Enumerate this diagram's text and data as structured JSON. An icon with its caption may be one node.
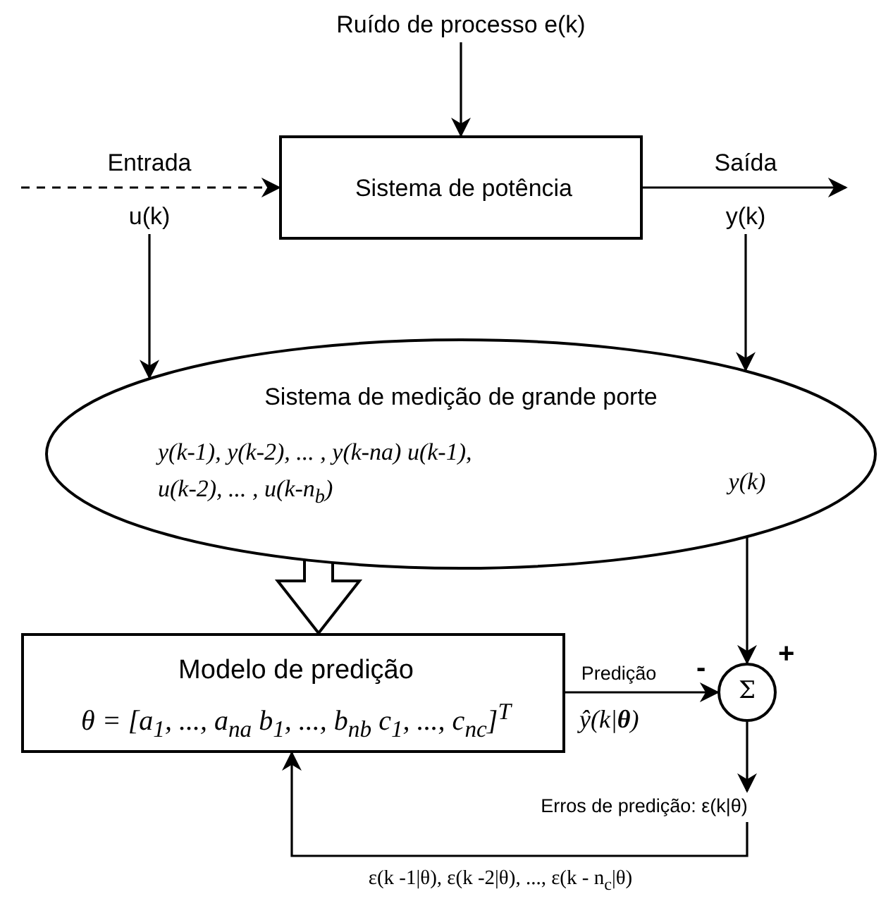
{
  "diagram": {
    "nodes": [
      {
        "text": [
          "Ruído de processo e(k)"
        ]
      },
      {
        "text": [
          "Sistema de potência"
        ]
      },
      {
        "text": [
          "u(k)"
        ]
      },
      {
        "text": [
          "y(k)"
        ]
      },
      {
        "text": [
          "Sistema de medição de grande porte",
          "y(k-1), y(k-2), ... , y(k-na) u(k-1), u(k-2), ... , u(k-n$_{b}$)"
        ]
      },
      {
        "text": [
          "y(k)"
        ],
        "in": 4
      },
      {
        "text": [
          "Modelo de predição",
          "θ = [a$_{1}$, ..., a$_{na}$ b$_{1}$, ..., b$_{nb}$ c$_{1}$, ..., c$_{nc}$]$^{T}$"
        ]
      },
      {
        "text": [
          "Σ"
        ],
        "beside": [
          "+",
          "-"
        ]
      },
      {
        "text": [
          "Erros de predição: ε(k|θ)"
        ]
      }
    ],
    "edges": [
      {
        "from": 0,
        "to": 1,
        "arrow": "to"
      },
      {
        "from": null,
        "to": 1,
        "arrow": "to",
        "style": "dashed",
        "label": "Entrada"
      },
      {
        "from": 1,
        "to": null,
        "arrow": "to",
        "label": "Saída"
      },
      {
        "from": 2,
        "to": 4,
        "arrow": "to"
      },
      {
        "from": 3,
        "to": 4,
        "arrow": "to"
      },
      {
        "from": 4,
        "to": 6,
        "arrow": "to",
        "style": "thick"
      },
      {
        "from": 5,
        "to": 7,
        "arrow": "to"
      },
      {
        "from": 6,
        "to": 7,
        "arrow": "to",
        "label": "Predição"
      },
      {
        "from": 7,
        "to": 8,
        "arrow": "to"
      },
      {
        "from": 8,
        "to": 6,
        "arrow": "to",
        "label": "ε(k -1|θ), ε(k -2|θ), ..., ε(k - n$_{c}$|θ)"
      }
    ],
    "labels": [
      "ŷ(k|**θ**)"
    ]
  }
}
